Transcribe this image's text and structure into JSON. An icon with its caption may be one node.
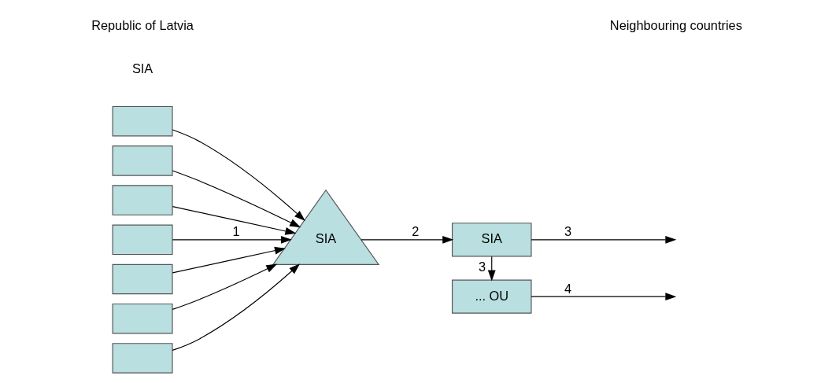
{
  "diagram": {
    "nodes": [
      {
        "text": [],
        "shape": "box"
      },
      {
        "text": [],
        "shape": "box"
      },
      {
        "text": [],
        "shape": "box"
      },
      {
        "text": [],
        "shape": "box"
      },
      {
        "text": [],
        "shape": "box"
      },
      {
        "text": [],
        "shape": "box"
      },
      {
        "text": [],
        "shape": "box"
      },
      {
        "text": [
          "SIA"
        ]
      },
      {
        "text": [
          "SIA"
        ]
      },
      {
        "text": [
          "... OU"
        ]
      }
    ],
    "edges": [
      {
        "from": 0,
        "to": 7,
        "arrow": "to"
      },
      {
        "from": 1,
        "to": 7,
        "arrow": "to"
      },
      {
        "from": 2,
        "to": 7,
        "arrow": "to"
      },
      {
        "from": 3,
        "to": 7,
        "arrow": "to",
        "label": "1"
      },
      {
        "from": 4,
        "to": 7,
        "arrow": "to"
      },
      {
        "from": 5,
        "to": 7,
        "arrow": "to"
      },
      {
        "from": 6,
        "to": 7,
        "arrow": "to"
      },
      {
        "from": 7,
        "to": 8,
        "arrow": "to",
        "label": "2"
      },
      {
        "from": 8,
        "to": null,
        "arrow": "to",
        "label": "3"
      },
      {
        "from": 8,
        "to": 9,
        "arrow": "to",
        "label": "3"
      },
      {
        "from": 9,
        "to": null,
        "arrow": "to",
        "label": "4"
      }
    ],
    "labels": [
      "SIA",
      "Republic of Latvia",
      "Neighbouring countries"
    ]
  }
}
